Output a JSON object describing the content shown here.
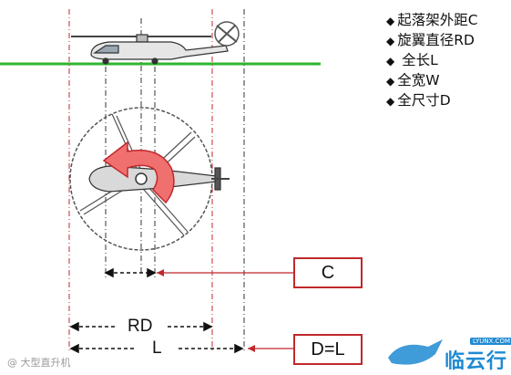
{
  "legend": [
    "起落架外距C",
    "旋翼直径RD",
    " 全长L",
    "全宽W",
    "全尺寸D"
  ],
  "legend_bullet": "◆",
  "labels": {
    "c_box": "C",
    "d_box": "D=L",
    "rd": "RD",
    "l": "L"
  },
  "watermark": "@ 大型直升机",
  "brand": {
    "name": "临云行",
    "sub": "LYUNX.COM"
  },
  "colors": {
    "ground": "#2fb52f",
    "dim_red": "#c0282d",
    "arrow_fill": "#f07070",
    "arrow_stroke": "#c0282d",
    "guide_black": "#333333",
    "brand_blue": "#1f8ad2"
  }
}
